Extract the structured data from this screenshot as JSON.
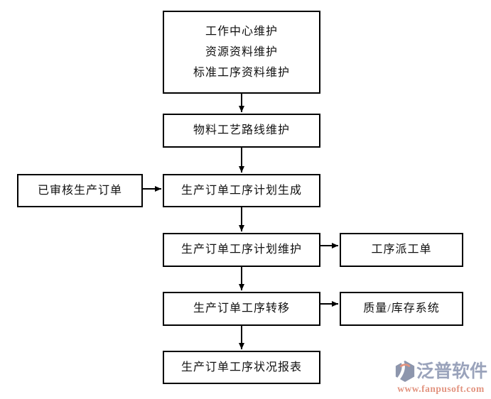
{
  "diagram": {
    "type": "flowchart",
    "nodes": {
      "master_data": {
        "id": "master-data-maintenance",
        "lines": [
          "工作中心维护",
          "资源资料维护",
          "标准工序资料维护"
        ]
      },
      "routing": {
        "id": "material-routing-maintenance",
        "label": "物料工艺路线维护"
      },
      "approved_order": {
        "id": "approved-production-order",
        "label": "已审核生产订单"
      },
      "plan_generate": {
        "id": "operation-plan-generation",
        "label": "生产订单工序计划生成"
      },
      "plan_maintain": {
        "id": "operation-plan-maintenance",
        "label": "生产订单工序计划维护"
      },
      "dispatch": {
        "id": "operation-dispatch-order",
        "label": "工序派工单"
      },
      "transfer": {
        "id": "operation-transfer",
        "label": "生产订单工序转移"
      },
      "quality_inventory": {
        "id": "quality-inventory-system",
        "label": "质量/库存系统"
      },
      "status_report": {
        "id": "operation-status-report",
        "label": "生产订单工序状况报表"
      }
    },
    "edges": [
      {
        "from": "master_data",
        "to": "routing",
        "direction": "down"
      },
      {
        "from": "routing",
        "to": "plan_generate",
        "direction": "down"
      },
      {
        "from": "approved_order",
        "to": "plan_generate",
        "direction": "right"
      },
      {
        "from": "plan_generate",
        "to": "plan_maintain",
        "direction": "down"
      },
      {
        "from": "plan_maintain",
        "to": "dispatch",
        "direction": "right"
      },
      {
        "from": "plan_maintain",
        "to": "transfer",
        "direction": "down"
      },
      {
        "from": "transfer",
        "to": "quality_inventory",
        "direction": "right"
      },
      {
        "from": "transfer",
        "to": "status_report",
        "direction": "down"
      }
    ],
    "colors": {
      "box_border": "#000000",
      "box_fill": "#ffffff",
      "arrow": "#000000",
      "text": "#111111",
      "background": "#ffffff"
    }
  },
  "watermark": {
    "brand": "泛普软件",
    "url": "www.fanpusoft.com",
    "brand_color": "#9aa3bb",
    "url_color": "#e2937f",
    "icon_color": "#8d96ad",
    "icon": "fanpu-logo-icon"
  }
}
